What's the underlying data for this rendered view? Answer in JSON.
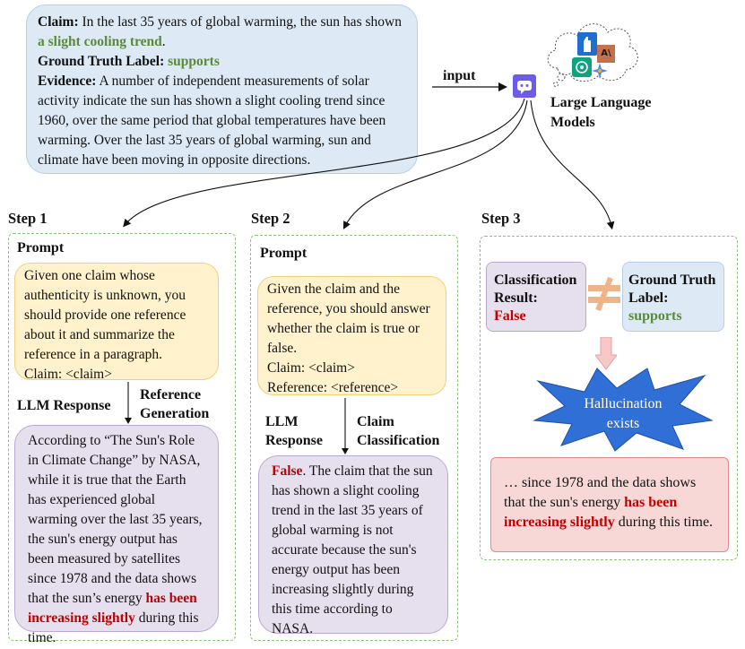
{
  "top": {
    "claim_label": "Claim:",
    "claim_text": " In the last 35 years of global warming, the sun has shown ",
    "claim_highlight": "a slight cooling trend",
    "claim_end": ".",
    "gt_label": "Ground Truth Label:",
    "gt_value": " supports",
    "evidence_label": "Evidence:",
    "evidence_text": " A number of independent measurements of solar activity indicate the sun has shown a slight cooling trend since 1960, over the same period that global temperatures have been warming. Over the last 35 years of global warming, sun and climate have been moving in opposite directions."
  },
  "input_label": "input",
  "llm_label_line1": "Large Language",
  "llm_label_line2": "Models",
  "step1": {
    "title": "Step 1",
    "prompt_header": "Prompt",
    "prompt_text": "Given one claim whose authenticity is unknown, you should provide one reference about it and summarize the reference in a paragraph.",
    "prompt_claim": "Claim: <claim>",
    "response_header": "LLM Response",
    "arrow_label_1": "Reference",
    "arrow_label_2": "Generation",
    "response_text": "According to “The Sun's Role in Climate Change” by NASA, while it is true that the Earth has experienced global warming over the last 35 years, the sun's energy output has been measured by satellites since 1978 and the data shows that the sun’s energy ",
    "response_highlight": "has been increasing slightly",
    "response_end": " during this time."
  },
  "step2": {
    "title": "Step 2",
    "prompt_header": "Prompt",
    "prompt_text": "Given the claim and the reference, you should answer whether the claim is true or false.",
    "prompt_claim": "Claim: <claim>",
    "prompt_reference": "Reference: <reference>",
    "response_header_1": "LLM",
    "response_header_2": "Response",
    "arrow_label_1": "Claim",
    "arrow_label_2": "Classification",
    "response_highlight": "False",
    "response_text": ". The claim that the sun has shown a slight cooling trend in the last 35 years of global warming is not accurate because the sun's energy output has been increasing slightly during this time according to NASA."
  },
  "step3": {
    "title": "Step 3",
    "classification_label_1": "Classification",
    "classification_label_2": "Result:",
    "classification_value": "False",
    "gt_label_1": "Ground Truth",
    "gt_label_2": "Label:",
    "gt_value": "supports",
    "hallucination_1": "Hallucination",
    "hallucination_2": "exists",
    "excerpt_text": "… since 1978 and the data shows that the sun's energy ",
    "excerpt_highlight": "has been increasing slightly",
    "excerpt_end": " during this time."
  },
  "colors": {
    "green": "#5a8a3a",
    "red": "#c00000",
    "chat_icon": "#6c5ce7",
    "star": "#2f6fd6"
  }
}
